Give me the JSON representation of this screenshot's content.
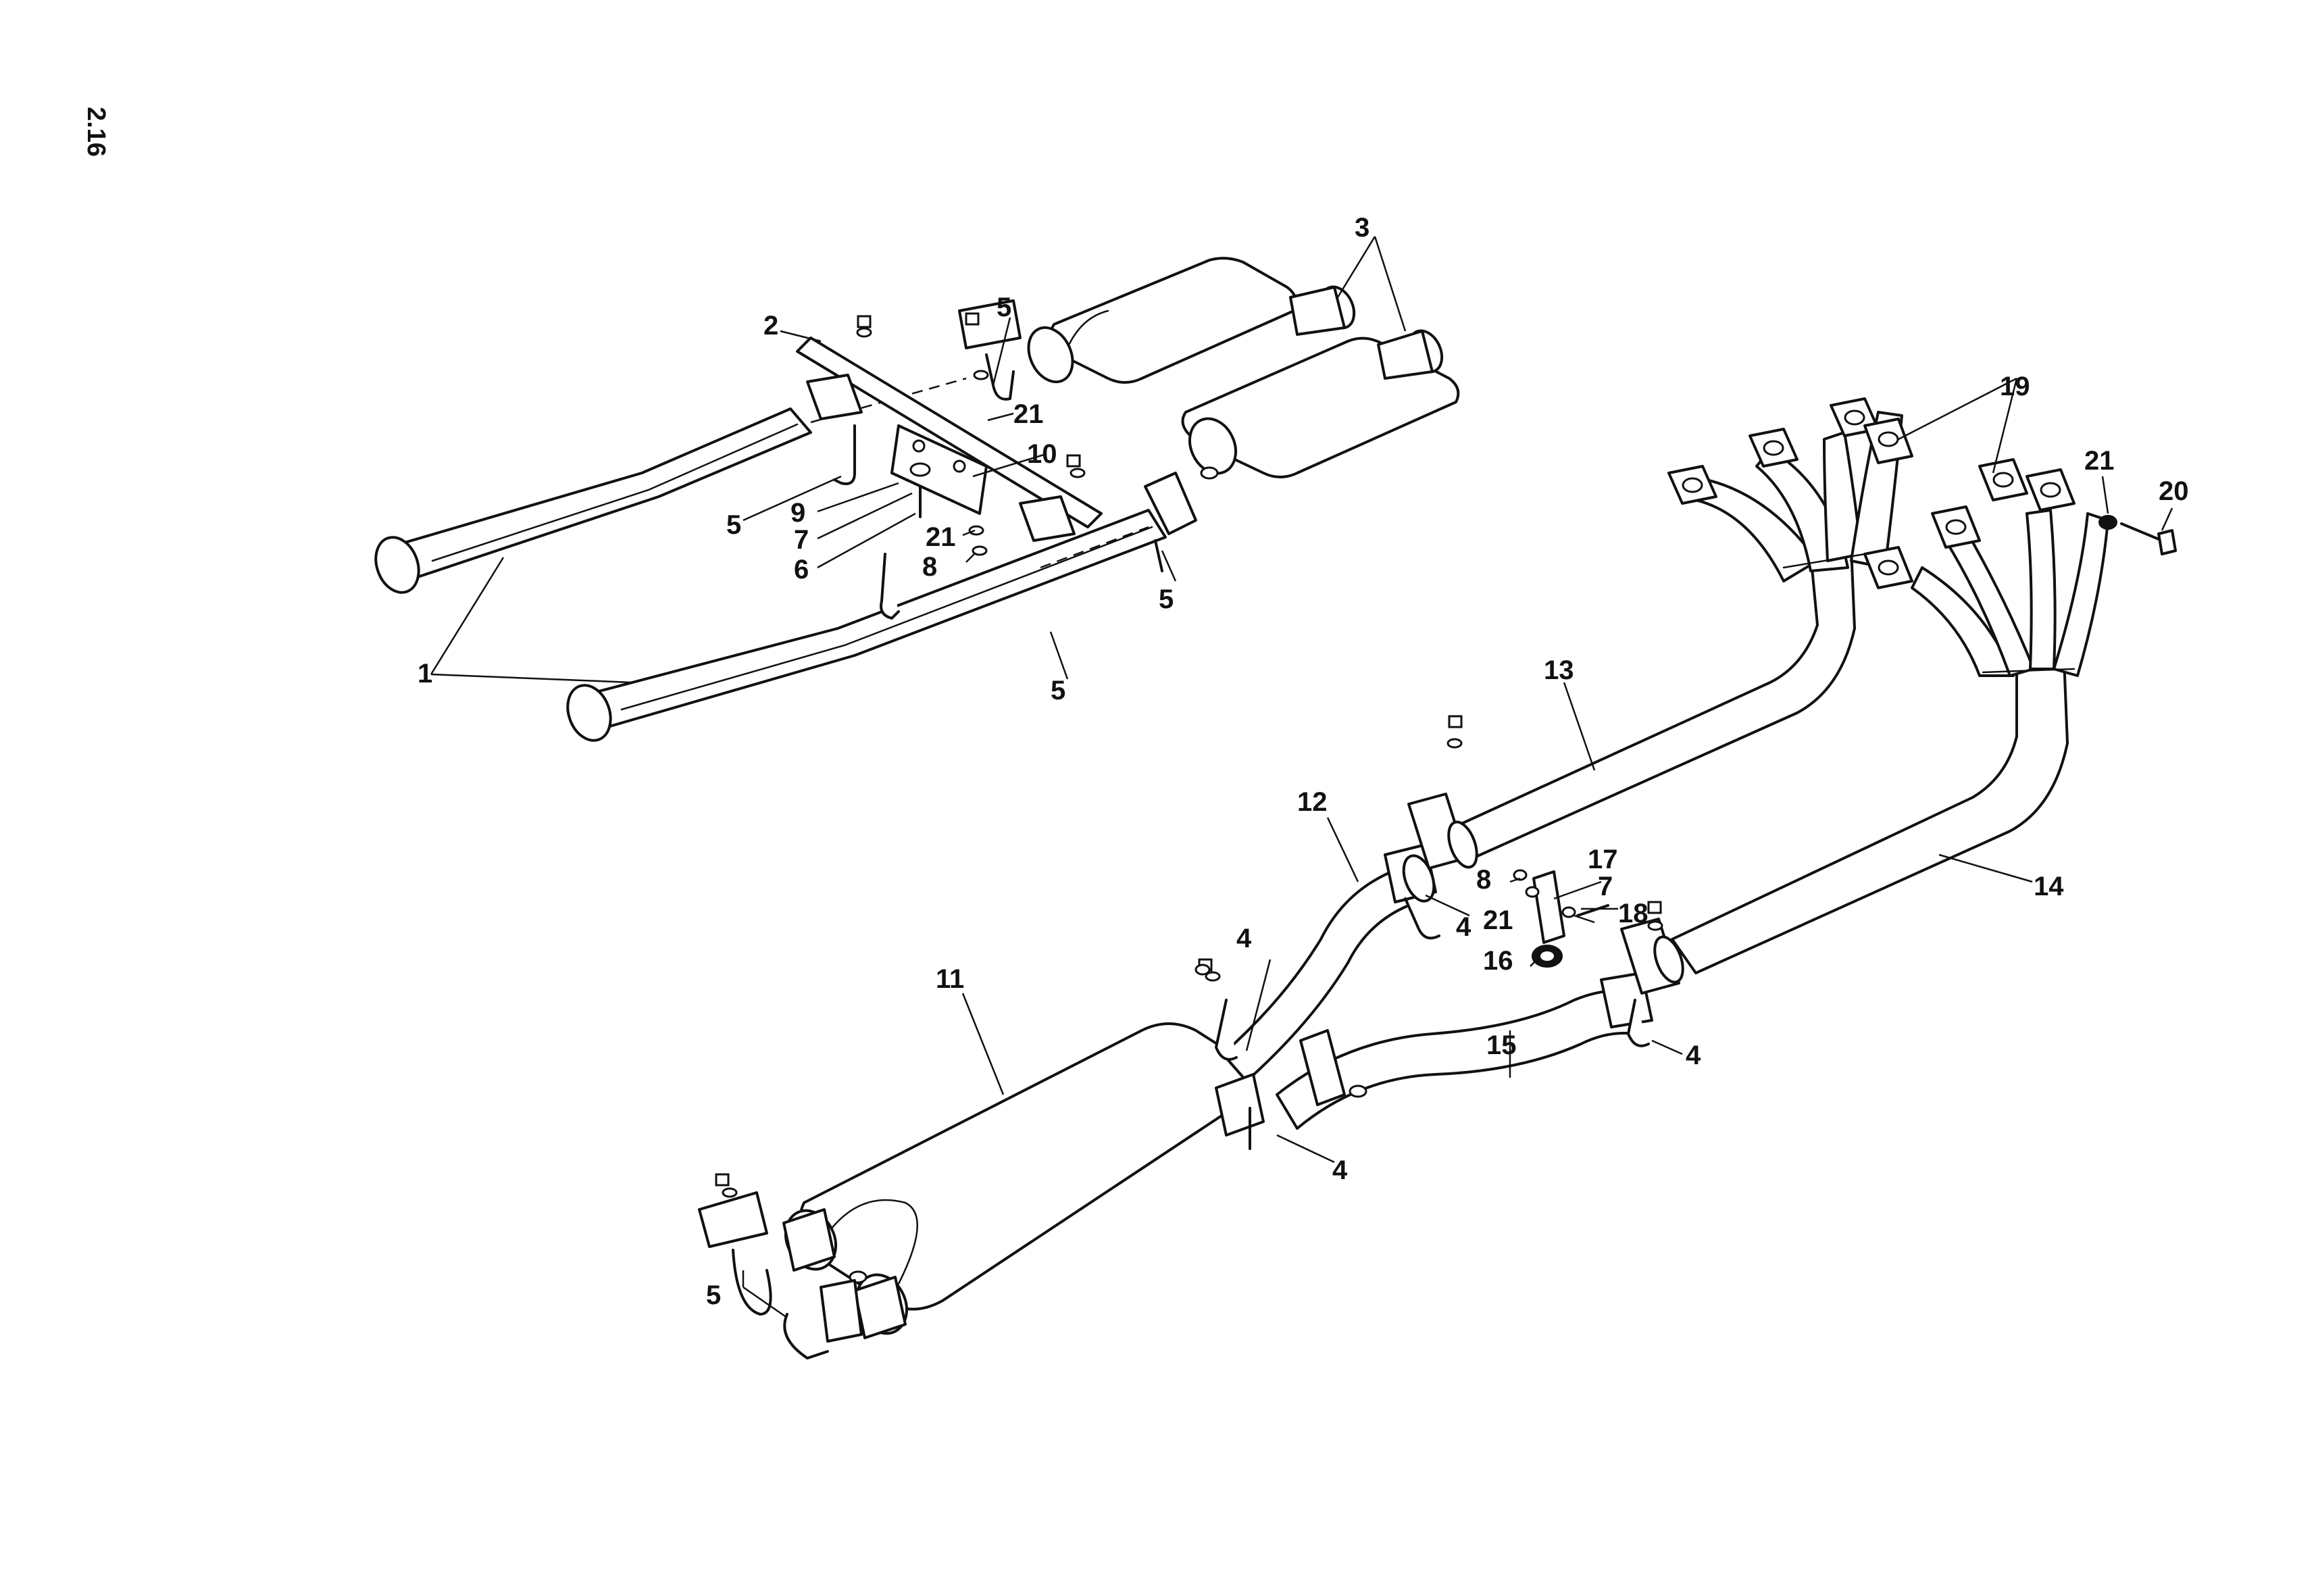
{
  "page_number": "2.16",
  "callouts": [
    "1",
    "2",
    "3",
    "4",
    "5",
    "6",
    "7",
    "8",
    "9",
    "10",
    "11",
    "12",
    "13",
    "14",
    "15",
    "16",
    "17",
    "18",
    "19",
    "20",
    "21"
  ]
}
